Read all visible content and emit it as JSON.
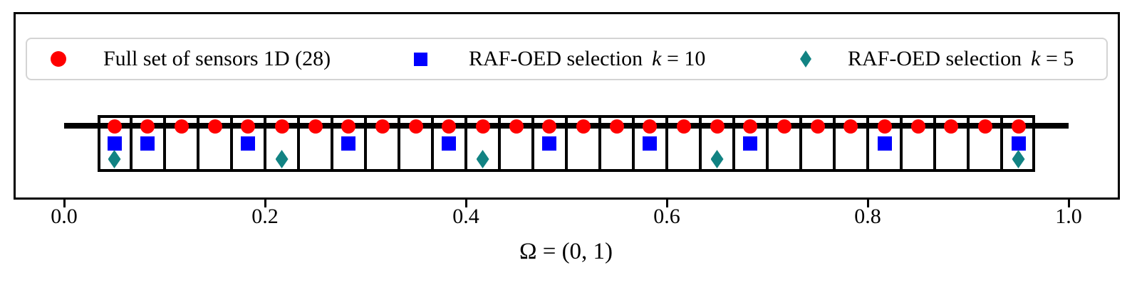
{
  "figure": {
    "background": "#ffffff",
    "frame_color": "#000000",
    "accent_colors": {
      "full_set": "#ff0000",
      "k10": "#0000ff",
      "k5": "#128383"
    }
  },
  "legend": {
    "items": [
      {
        "marker": "circle-marker",
        "color": "#ff0000",
        "prefix": "Full set of sensors 1D (28)",
        "var": "",
        "eq": ""
      },
      {
        "marker": "square-marker",
        "color": "#0000ff",
        "prefix": "RAF-OED selection",
        "var": "k",
        "eq": " = 10"
      },
      {
        "marker": "diamond-marker",
        "color": "#128383",
        "prefix": "RAF-OED selection",
        "var": "k",
        "eq": " = 5"
      }
    ]
  },
  "chart_data": {
    "type": "scatter",
    "xlabel": "Ω = (0, 1)",
    "xlim": [
      -0.05,
      1.05
    ],
    "grid": false,
    "legend_position": "top",
    "n_full_sensors": 28,
    "k_values": [
      10,
      5
    ],
    "xticks": [
      0.0,
      0.2,
      0.4,
      0.6,
      0.8,
      1.0
    ],
    "xtick_labels": [
      "0.0",
      "0.2",
      "0.4",
      "0.6",
      "0.8",
      "1.0"
    ],
    "mesh": {
      "n_cells": 28,
      "start": 0.0333,
      "end": 0.9667
    },
    "domain_line": {
      "from": 0.0,
      "to": 1.0
    },
    "series": [
      {
        "name": "Full set of sensors 1D (28)",
        "marker": "circle",
        "color": "#ff0000",
        "x": [
          0.05,
          0.0833,
          0.1167,
          0.15,
          0.1833,
          0.2167,
          0.25,
          0.2833,
          0.3167,
          0.35,
          0.3833,
          0.4167,
          0.45,
          0.4833,
          0.5167,
          0.55,
          0.5833,
          0.6167,
          0.65,
          0.6833,
          0.7167,
          0.75,
          0.7833,
          0.8167,
          0.85,
          0.8833,
          0.9167,
          0.95
        ]
      },
      {
        "name": "RAF-OED selection k = 10",
        "marker": "square",
        "color": "#0000ff",
        "x": [
          0.05,
          0.0833,
          0.1833,
          0.2833,
          0.3833,
          0.4833,
          0.5833,
          0.6833,
          0.8167,
          0.95
        ]
      },
      {
        "name": "RAF-OED selection k = 5",
        "marker": "diamond",
        "color": "#128383",
        "x": [
          0.05,
          0.2167,
          0.4167,
          0.65,
          0.95
        ]
      }
    ]
  }
}
